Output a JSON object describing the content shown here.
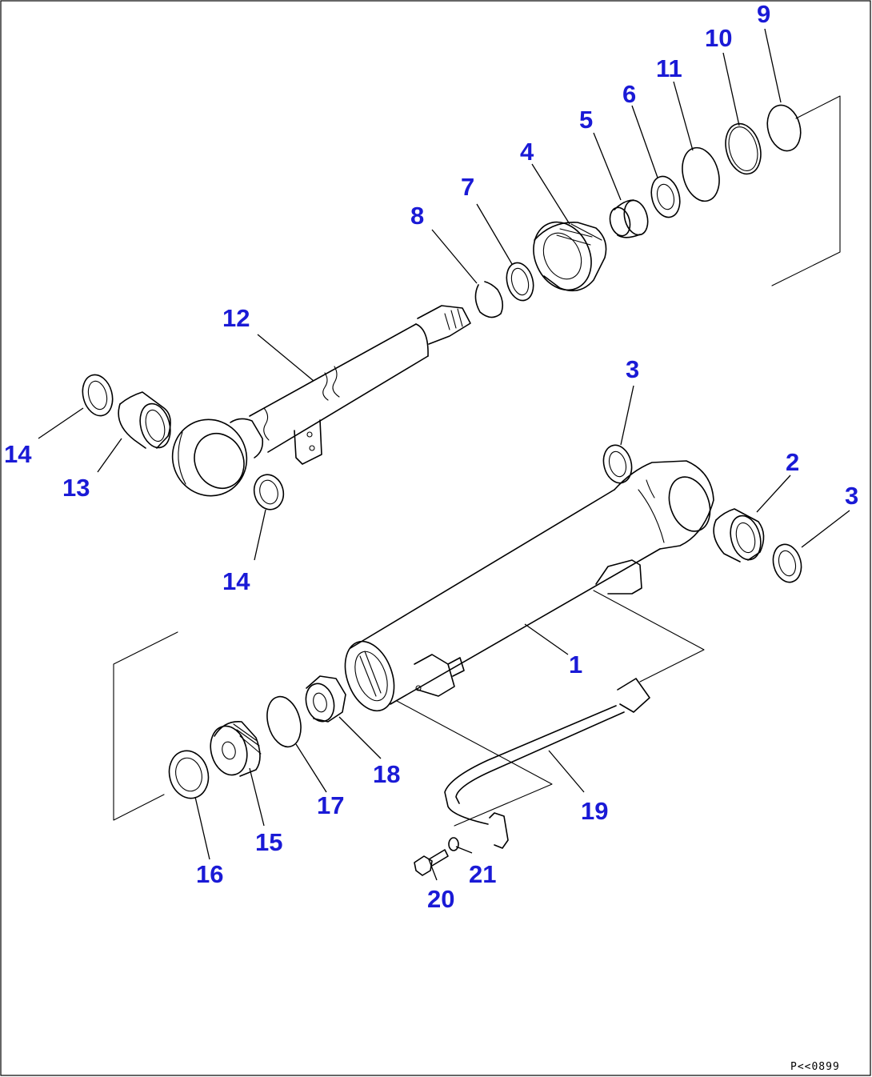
{
  "diagram": {
    "label_color": "#1a1ad6",
    "line_color": "#000000",
    "drawing_code": "P<<0899"
  },
  "callouts": [
    {
      "id": "c1",
      "text": "1"
    },
    {
      "id": "c2",
      "text": "2"
    },
    {
      "id": "c3a",
      "text": "3"
    },
    {
      "id": "c3b",
      "text": "3"
    },
    {
      "id": "c4",
      "text": "4"
    },
    {
      "id": "c5",
      "text": "5"
    },
    {
      "id": "c6",
      "text": "6"
    },
    {
      "id": "c7",
      "text": "7"
    },
    {
      "id": "c8",
      "text": "8"
    },
    {
      "id": "c9",
      "text": "9"
    },
    {
      "id": "c10",
      "text": "10"
    },
    {
      "id": "c11",
      "text": "11"
    },
    {
      "id": "c12",
      "text": "12"
    },
    {
      "id": "c13",
      "text": "13"
    },
    {
      "id": "c14a",
      "text": "14"
    },
    {
      "id": "c14b",
      "text": "14"
    },
    {
      "id": "c15",
      "text": "15"
    },
    {
      "id": "c16",
      "text": "16"
    },
    {
      "id": "c17",
      "text": "17"
    },
    {
      "id": "c18",
      "text": "18"
    },
    {
      "id": "c19",
      "text": "19"
    },
    {
      "id": "c20",
      "text": "20"
    },
    {
      "id": "c21",
      "text": "21"
    }
  ]
}
